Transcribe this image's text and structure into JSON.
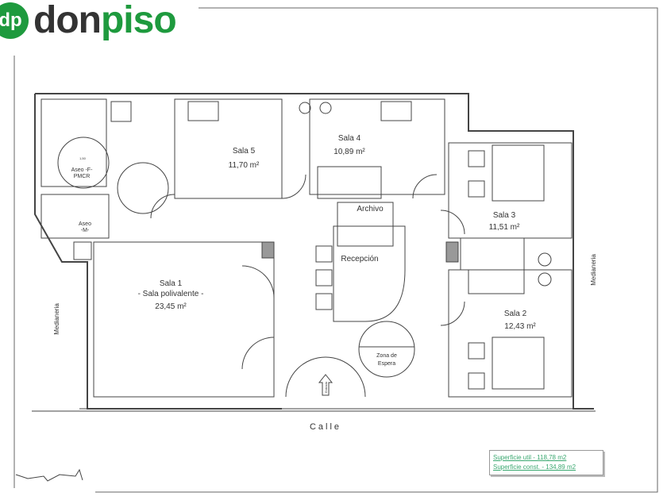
{
  "brand": {
    "mark": "dp",
    "name_part1": "don",
    "name_part2": "piso",
    "color": "#1e9a3e"
  },
  "rooms": {
    "sala5": {
      "name": "Sala 5",
      "area": "11,70 m²"
    },
    "sala4": {
      "name": "Sala 4",
      "area": "10,89 m²"
    },
    "sala3": {
      "name": "Sala 3",
      "area": "11,51 m²"
    },
    "sala2": {
      "name": "Sala 2",
      "area": "12,43 m²"
    },
    "sala1": {
      "name": "Sala 1",
      "subtitle": "- Sala polivalente -",
      "area": "23,45 m²"
    },
    "archivo": {
      "name": "Archivo"
    },
    "recepcion": {
      "name": "Recepción"
    },
    "aseo_f": {
      "name": "Aseo -F-",
      "subtitle": "PMCR"
    },
    "aseo_m": {
      "name": "Aseo",
      "subtitle": "-M-"
    },
    "zona_espera": {
      "name": "Zona de",
      "subtitle": "Espera"
    }
  },
  "dimensions": {
    "turn_circle": "1,50"
  },
  "labels": {
    "street": "Calle",
    "party_wall_left": "Medianeria",
    "party_wall_right": "Medianeria",
    "entrance": "Entrada"
  },
  "surfaces": {
    "useful": "Superficie util - 118,78 m2",
    "built": "Superficie const. - 134,89 m2"
  }
}
